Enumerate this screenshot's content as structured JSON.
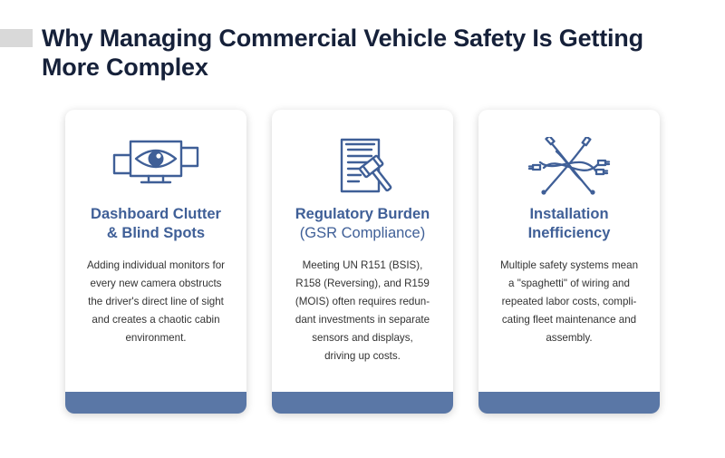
{
  "header": {
    "title_line1": "Why Managing Commercial Vehicle Safety Is Getting",
    "title_line2": "More Complex"
  },
  "colors": {
    "title": "#16213a",
    "accent": "#3f5f97",
    "footer_band": "#5a77a6",
    "marker": "#d9d9d9"
  },
  "cards": [
    {
      "icon": "monitor-eye-icon",
      "title_lines": [
        "Dashboard Clutter",
        "& Blind Spots"
      ],
      "body_lines": [
        "Adding individual monitors for",
        "every new camera obstructs",
        "the driver's direct line of sight",
        "and creates a chaotic cabin",
        "environment."
      ]
    },
    {
      "icon": "document-gavel-icon",
      "title_lines": [
        "Regulatory Burden",
        "(GSR Compliance)"
      ],
      "body_lines": [
        "Meeting UN R151 (BSIS),",
        "R158 (Reversing), and R159",
        "(MOIS) often requires redun-",
        "dant investments in separate",
        "sensors and displays,",
        "driving up costs."
      ]
    },
    {
      "icon": "tangled-cables-icon",
      "title_lines": [
        "Installation",
        "Inefficiency"
      ],
      "body_lines": [
        "Multiple safety systems mean",
        "a \"spaghetti\" of wiring and",
        "repeated labor costs, compli-",
        "cating fleet maintenance and",
        "assembly."
      ]
    }
  ]
}
